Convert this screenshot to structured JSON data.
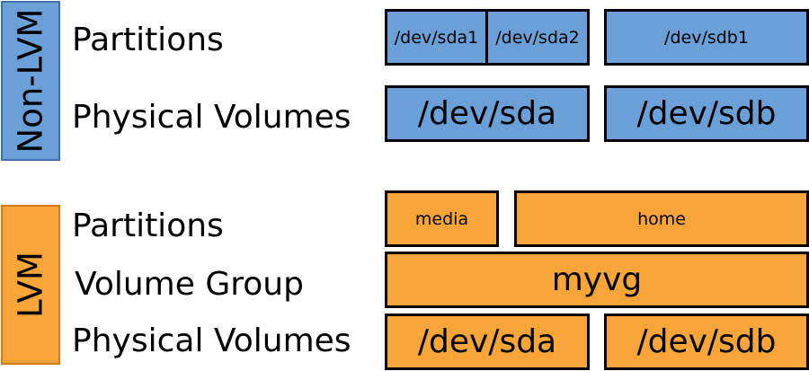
{
  "non_lvm": {
    "side_label": "Non-LVM",
    "rows": {
      "partitions": {
        "label": "Partitions",
        "boxes": [
          "/dev/sda1",
          "/dev/sda2",
          "/dev/sdb1"
        ]
      },
      "physical_volumes": {
        "label": "Physical Volumes",
        "boxes": [
          "/dev/sda",
          "/dev/sdb"
        ]
      }
    }
  },
  "lvm": {
    "side_label": "LVM",
    "rows": {
      "partitions": {
        "label": "Partitions",
        "boxes": [
          "media",
          "home"
        ]
      },
      "volume_group": {
        "label": "Volume Group",
        "boxes": [
          "myvg"
        ]
      },
      "physical_volumes": {
        "label": "Physical Volumes",
        "boxes": [
          "/dev/sda",
          "/dev/sdb"
        ]
      }
    }
  },
  "colors": {
    "blue_fill": "#6a9fd8",
    "blue_border": "#3b6fae",
    "orange_fill": "#f7a538",
    "orange_border": "#d57a16"
  }
}
